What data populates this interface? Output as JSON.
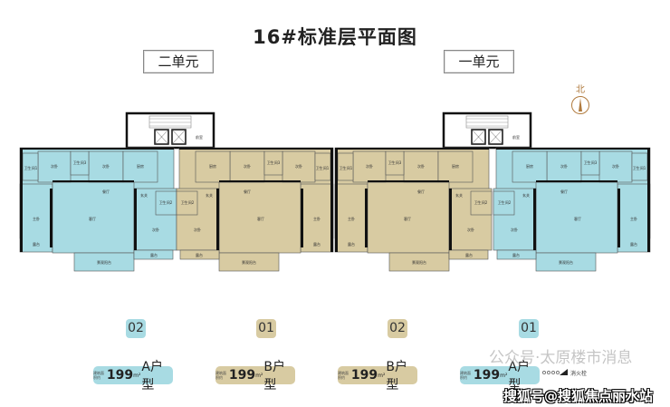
{
  "title": "16#标准层平面图",
  "units": [
    {
      "label": "二单元"
    },
    {
      "label": "一单元"
    }
  ],
  "north_label": "北",
  "colors": {
    "type_a": "#a8dbe3",
    "type_b": "#d8cba2"
  },
  "rooms": {
    "bedroom": "次卧",
    "master": "主卧",
    "living": "客厅",
    "dining": "餐厅",
    "kitchen": "厨房",
    "foyer": "玄关",
    "bath1": "卫生间1",
    "bath2": "卫生间2",
    "bath3": "卫生间3",
    "balcony": "景观阳台",
    "terrace": "露台",
    "lobby": "前室"
  },
  "apartments": [
    {
      "number": "02",
      "area_caption": "建筑面积约",
      "area": "199",
      "area_unit": "m²",
      "type": "A户型"
    },
    {
      "number": "01",
      "area_caption": "建筑面积约",
      "area": "199",
      "area_unit": "m²",
      "type": "B户型"
    },
    {
      "number": "02",
      "area_caption": "建筑面积约",
      "area": "199",
      "area_unit": "m²",
      "type": "B户型"
    },
    {
      "number": "01",
      "area_caption": "建筑面积约",
      "area": "199",
      "area_unit": "m²",
      "type": "A户型"
    }
  ],
  "legend_hydrant": "消火栓",
  "watermarks": [
    "公众号·太原楼市消息",
    "搜狐号@搜狐焦点丽水站"
  ]
}
